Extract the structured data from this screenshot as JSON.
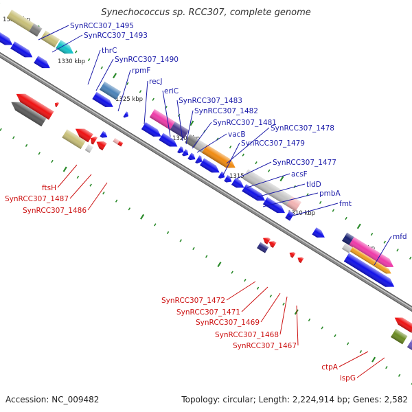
{
  "title": "Synechococcus sp. RCC307, complete genome",
  "footer": {
    "accession": "Accession: NC_009482",
    "topology": "Topology: circular; Length: 2,224,914 bp; Genes: 2,582"
  },
  "position_labels": [
    "1335 kbp",
    "1330 kbp",
    "1325 kbp",
    "1320 kbp",
    "1315 kbp",
    "1310 kbp",
    "1305 kbp"
  ],
  "forward_gene_labels": [
    "SynRCC307_1495",
    "SynRCC307_1493",
    "thrC",
    "SynRCC307_1490",
    "rpmF",
    "recJ",
    "eriC",
    "SynRCC307_1483",
    "SynRCC307_1482",
    "SynRCC307_1481",
    "vacB",
    "SynRCC307_1478",
    "SynRCC307_1479",
    "SynRCC307_1477",
    "acsF",
    "tldD",
    "pmbA",
    "fmt",
    "mfd"
  ],
  "reverse_gene_labels": [
    "ftsH",
    "SynRCC307_1487",
    "SynRCC307_1486",
    "SynRCC307_1472",
    "SynRCC307_1471",
    "SynRCC307_1469",
    "SynRCC307_1468",
    "SynRCC307_1467",
    "ctpA",
    "ispG"
  ],
  "colors": {
    "forward_label": "#1a1aa8",
    "reverse_label": "#cc1111",
    "cds_forward": "#1010e8",
    "cds_reverse": "#ee1111",
    "backbone": "#8a8a8a",
    "tick": "#2a8a2a"
  }
}
